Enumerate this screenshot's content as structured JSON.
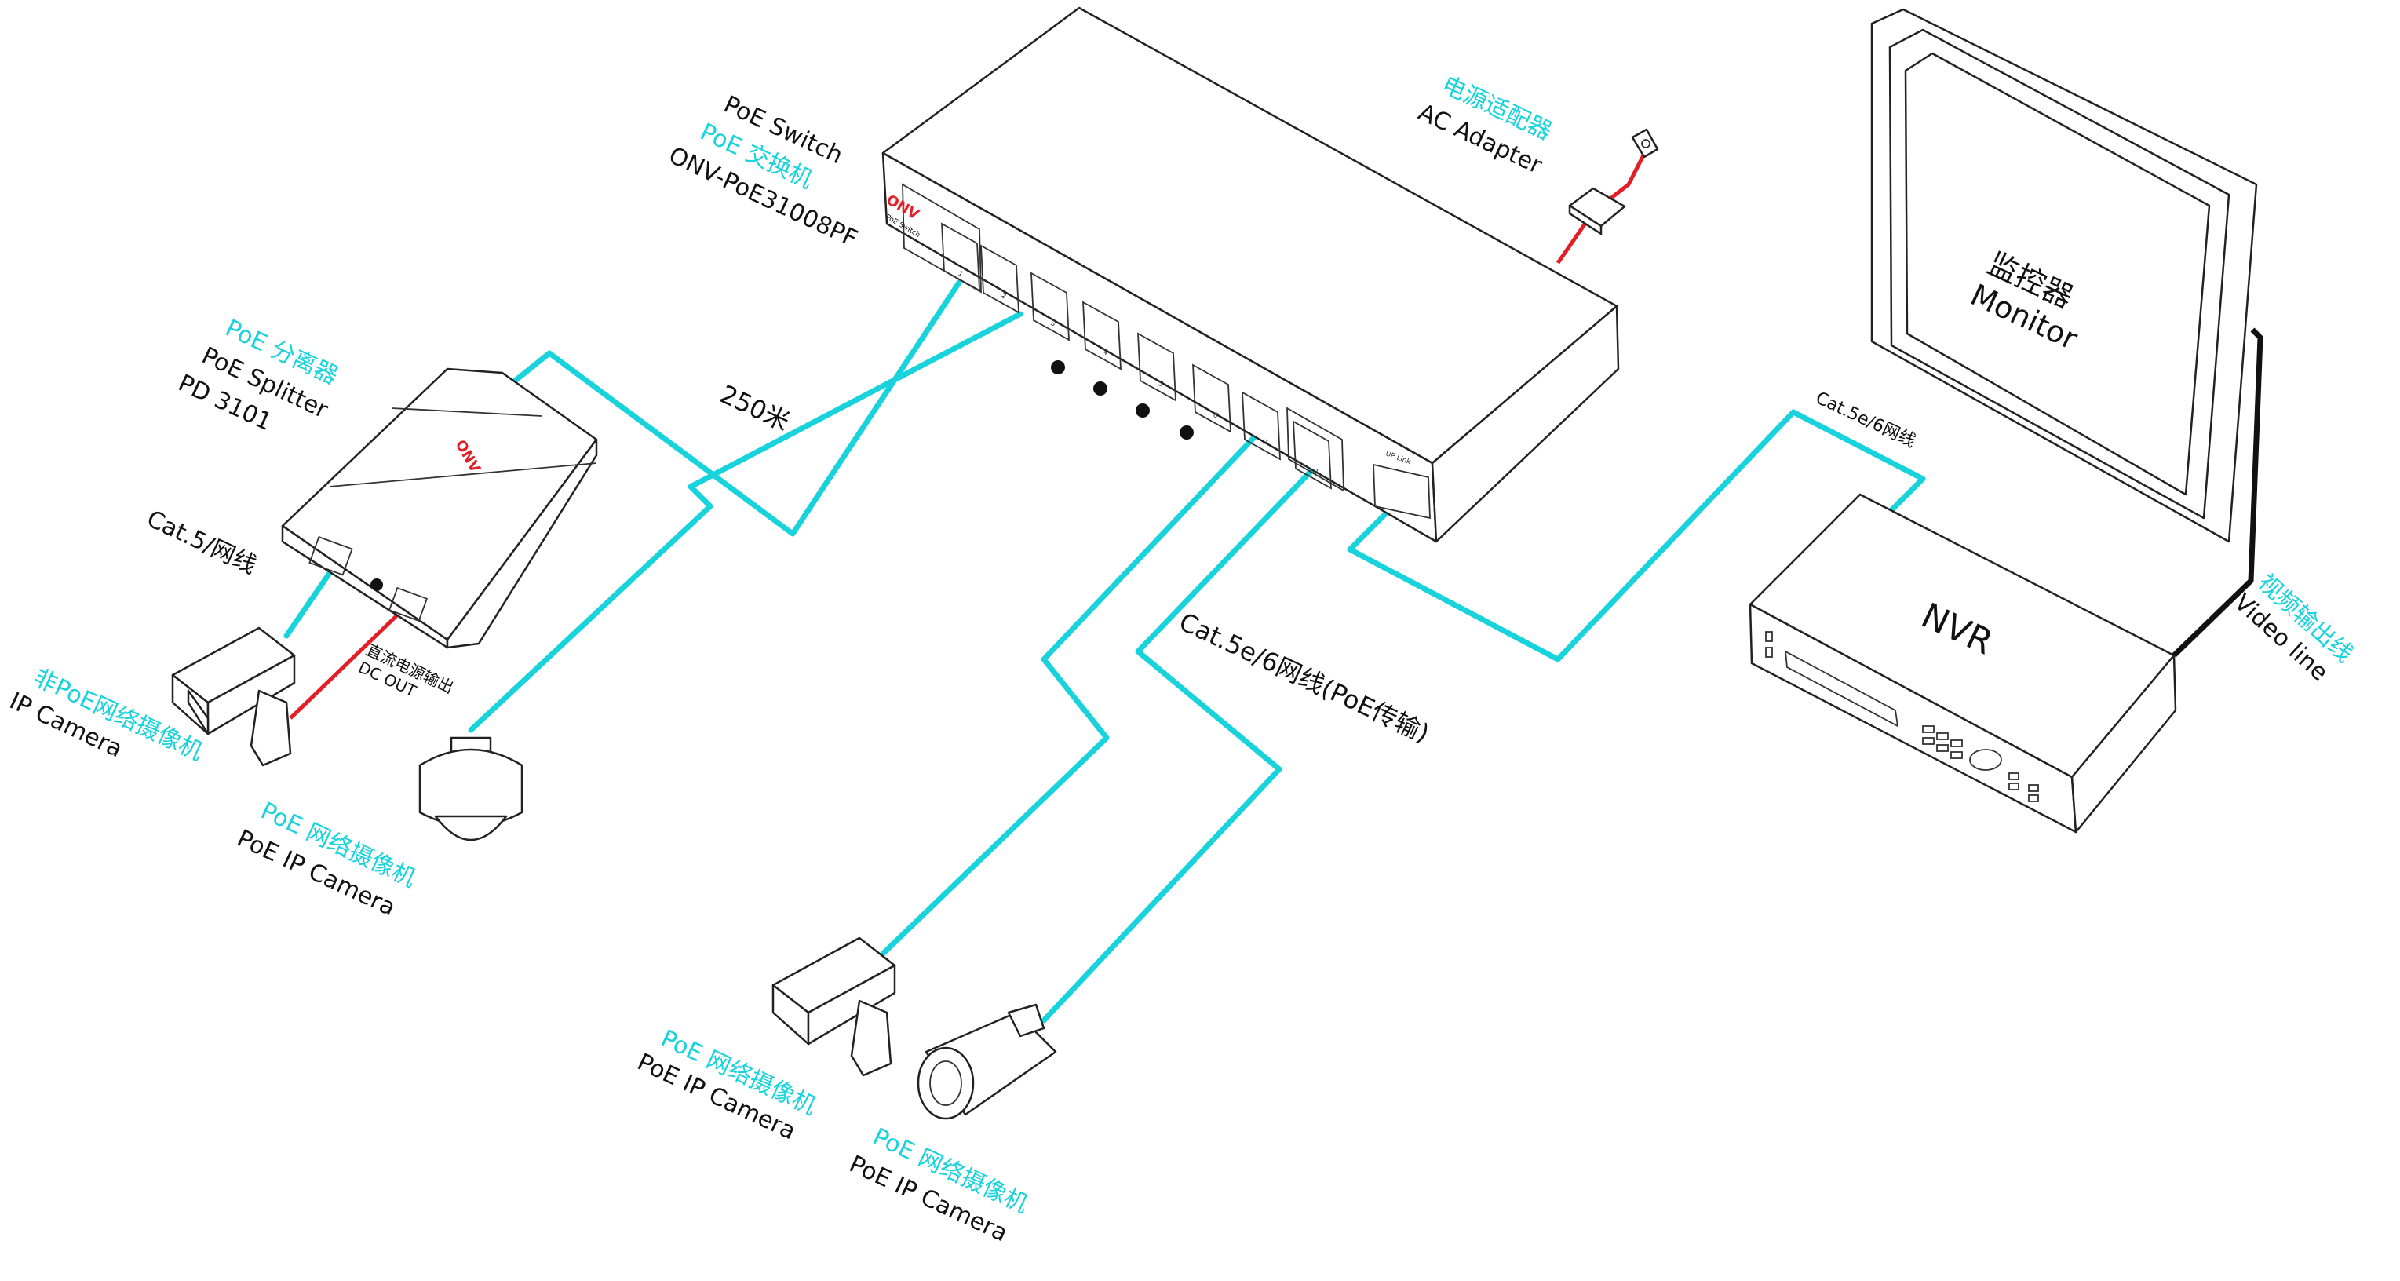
{
  "switch": {
    "title_en": "PoE Switch",
    "title_cn": "PoE 交换机",
    "model": "ONV-PoE31008PF",
    "brand": "ONV",
    "subtitle": "PoE Switch",
    "port_numbers": [
      "1",
      "2",
      "3",
      "4",
      "5",
      "6",
      "7",
      "8"
    ],
    "uplink_label": "UP Link"
  },
  "adapter": {
    "label_cn": "电源适配器",
    "label_en": "AC Adapter"
  },
  "monitor": {
    "label_cn": "监控器",
    "label_en": "Monitor"
  },
  "nvr": {
    "label": "NVR",
    "cable_label": "Cat.5e/6网线"
  },
  "video": {
    "label_cn": "视频输出线",
    "label_en": "Video line"
  },
  "splitter": {
    "label_cn": "PoE 分离器",
    "label_en": "PoE Splitter",
    "model": "PD 3101",
    "brand": "ONV",
    "distance": "250米",
    "cable_label": "Cat.5/网线",
    "dc_cn": "直流电源输出",
    "dc_en": "DC OUT"
  },
  "non_poe_camera": {
    "label_cn": "非PoE网络摄像机",
    "label_en": "IP Camera"
  },
  "poe_camera_dome": {
    "label_cn": "PoE 网络摄像机",
    "label_en": "PoE IP Camera"
  },
  "poe_camera_box": {
    "label_cn": "PoE 网络摄像机",
    "label_en": "PoE IP Camera"
  },
  "poe_camera_bullet": {
    "label_cn": "PoE 网络摄像机",
    "label_en": "PoE IP Camera"
  },
  "main_cable_label": "Cat.5e/6网线(PoE传输)",
  "colors": {
    "cable": "#19d3dc",
    "power": "#e41e26",
    "line": "#222222",
    "label_highlight": "#19d3dc"
  }
}
